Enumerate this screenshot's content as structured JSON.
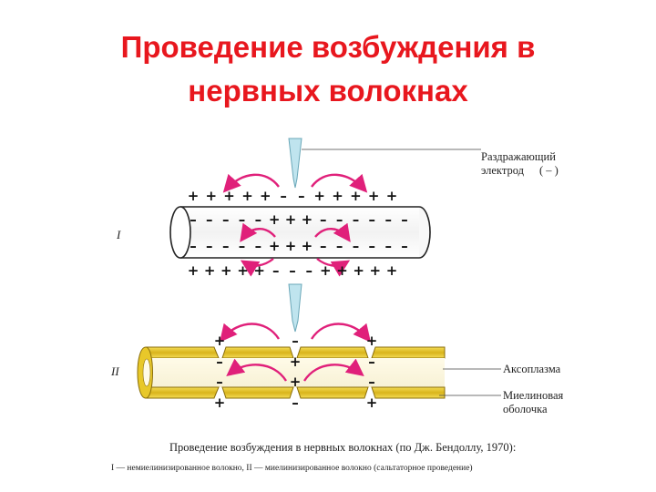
{
  "title": {
    "line1": "Проведение возбуждения в",
    "line2": "нервных волокнах"
  },
  "labels": {
    "electrode_line1": "Раздражающий",
    "electrode_line2": "электрод",
    "electrode_sign": "( – )",
    "axoplasm": "Аксоплазма",
    "myelin_line1": "Миелиновая",
    "myelin_line2": "оболочка",
    "roman_1": "I",
    "roman_2": "II"
  },
  "caption": {
    "line1": "Проведение возбуждения в нервных волокнах (по Дж. Бендоллу, 1970):",
    "line2": "I — немиелинизированное волокно, II — миелинизированное волокно (сальтаторное проведение)"
  },
  "fiber1": {
    "outer_top": [
      "+",
      "+",
      "+",
      "+",
      "+",
      "–",
      "–",
      "+",
      "+",
      "+",
      "+",
      "+"
    ],
    "inner_top": [
      "–",
      "–",
      "–",
      "–",
      "–",
      "+",
      "+",
      "+",
      "–",
      "–",
      "–",
      "–",
      "–",
      "–"
    ],
    "inner_bottom": [
      "–",
      "–",
      "–",
      "–",
      "–",
      "+",
      "+",
      "+",
      "–",
      "–",
      "–",
      "–",
      "–",
      "–"
    ],
    "outer_bottom": [
      "+",
      "+",
      "+",
      "+",
      "+",
      "–",
      "–",
      "–",
      "+",
      "+",
      "+",
      "+",
      "+"
    ]
  },
  "fiber2": {
    "node_signs": [
      {
        "above": "+",
        "inside_top": "–",
        "inside_bottom": "–",
        "below": "+"
      },
      {
        "above": "–",
        "inside_top": "+",
        "inside_bottom": "+",
        "below": "–"
      },
      {
        "above": "+",
        "inside_top": "–",
        "inside_bottom": "–",
        "below": "+"
      }
    ]
  },
  "colors": {
    "title": "#e8171e",
    "arrows": "#e0207a",
    "myelin": "#e8c82a",
    "electrode": "#bfe4ee"
  }
}
